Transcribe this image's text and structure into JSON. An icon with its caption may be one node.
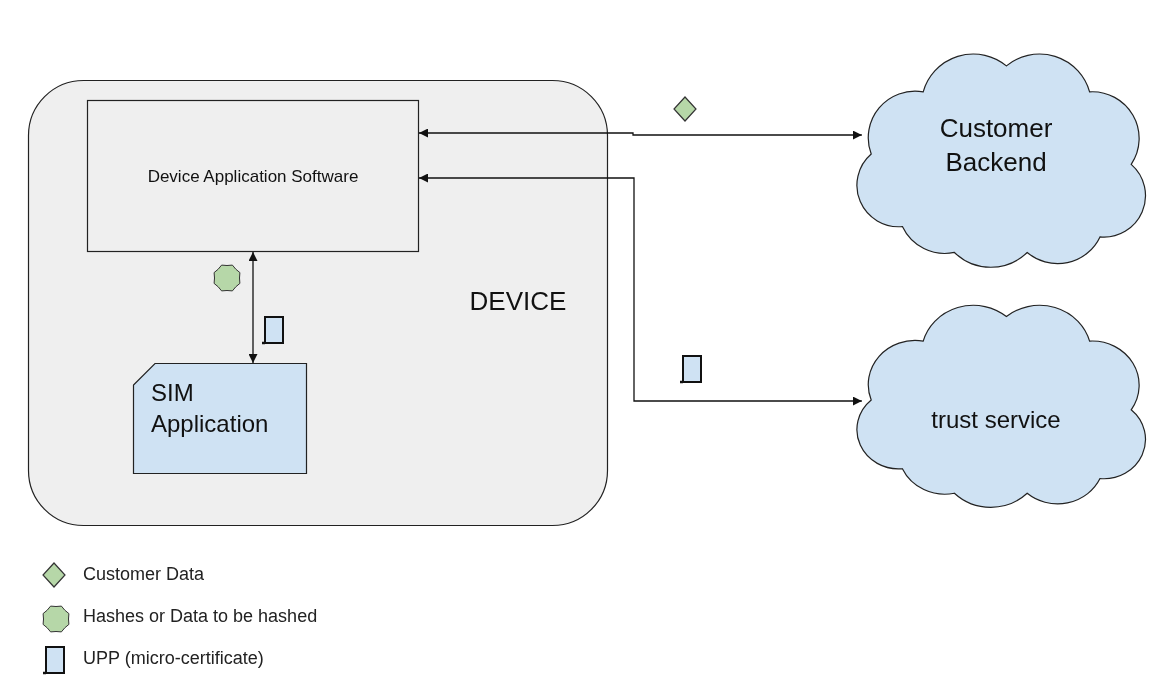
{
  "diagram": {
    "nodes": [
      {
        "text": [
          "DEVICE"
        ]
      },
      {
        "text": [
          "Device Application Software"
        ],
        "in": 0
      },
      {
        "text": [
          "SIM Application"
        ],
        "in": 0
      },
      {
        "text": [
          "Customer Backend"
        ]
      },
      {
        "text": [
          "trust service"
        ]
      }
    ],
    "edges": [
      {
        "from": 1,
        "to": 3,
        "arrow": "both"
      },
      {
        "from": 1,
        "to": 4,
        "arrow": "both"
      },
      {
        "from": 1,
        "to": 2,
        "arrow": "both"
      }
    ],
    "legend": [
      {
        "text": "Customer Data"
      },
      {
        "text": "Hashes or Data to be hashed"
      },
      {
        "text": "UPP (micro-certificate)"
      }
    ]
  }
}
